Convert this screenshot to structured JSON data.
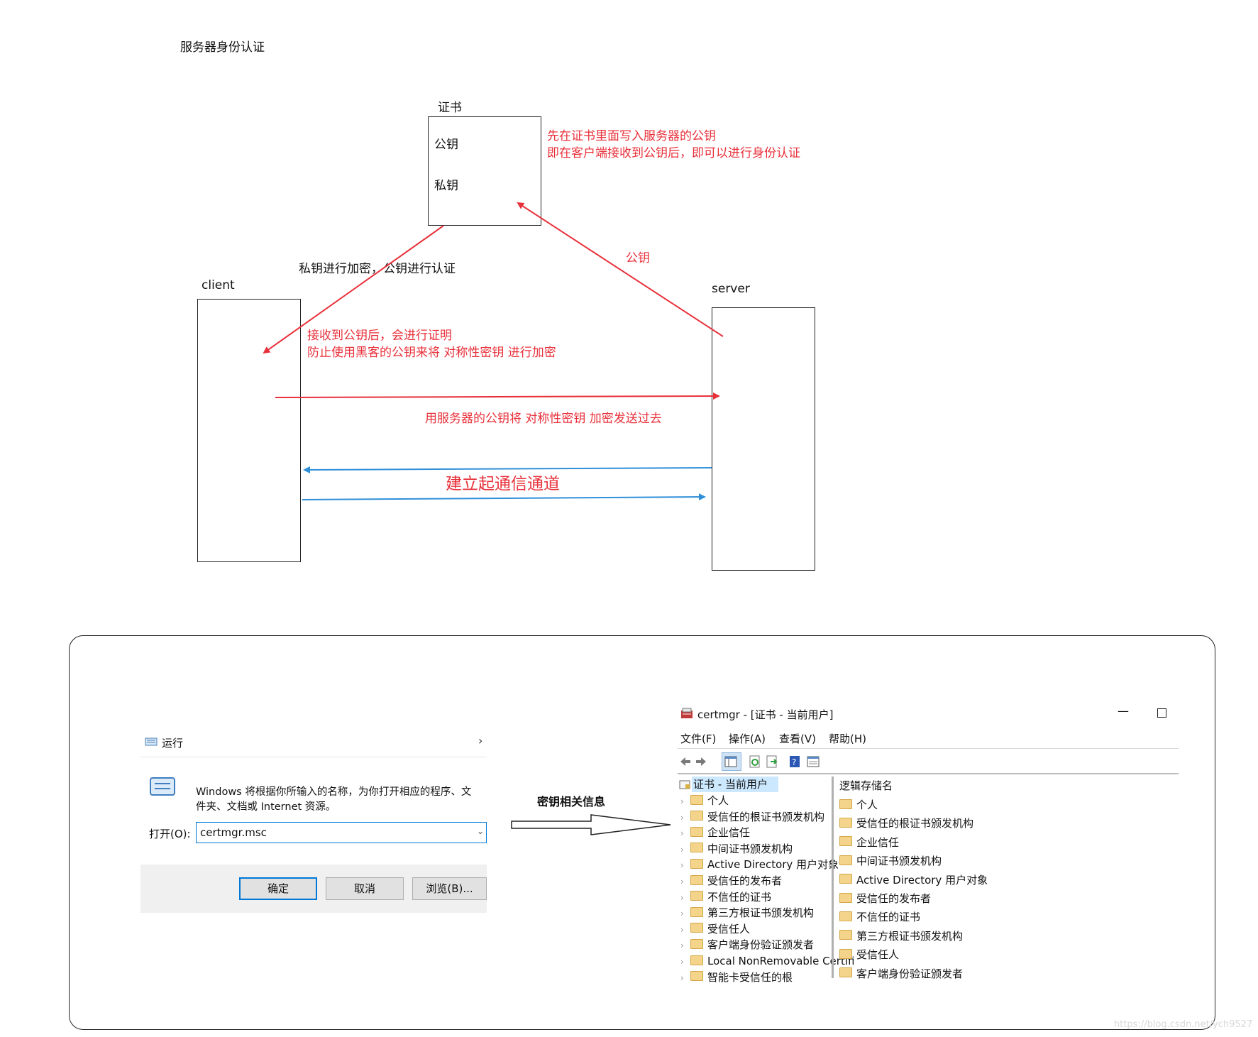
{
  "page_title": "服务器身份认证",
  "diagram": {
    "cert_label": "证书",
    "cert_public_key": "公钥",
    "cert_private_key": "私钥",
    "cert_note_line1": "先在证书里面写入服务器的公钥",
    "cert_note_line2": "即在客户端接收到公钥后，即可以进行身份认证",
    "sign_note": "私钥进行加密，公钥进行认证",
    "arrow_public_key_label": "公钥",
    "client_label": "client",
    "server_label": "server",
    "client_note_line1": "接收到公钥后，会进行证明",
    "client_note_line2": "防止使用黑客的公钥来将 对称性密钥 进行加密",
    "send_note": "用服务器的公钥将 对称性密钥 加密发送过去",
    "channel_note": "建立起通信通道",
    "colors": {
      "red": "#e8303a",
      "blue": "#2f8fd8"
    }
  },
  "run_dialog": {
    "title": "运行",
    "description_line1": "Windows 将根据你所输入的名称，为你打开相应的程序、文",
    "description_line2": "件夹、文档或 Internet 资源。",
    "open_label": "打开(O):",
    "open_value": "certmgr.msc",
    "ok_label": "确定",
    "cancel_label": "取消",
    "browse_label": "浏览(B)..."
  },
  "middle_arrow_label": "密钥相关信息",
  "certmgr": {
    "title": "certmgr - [证书 - 当前用户]",
    "menu": [
      "文件(F)",
      "操作(A)",
      "查看(V)",
      "帮助(H)"
    ],
    "tree_root": "证书 - 当前用户",
    "tree_items": [
      "个人",
      "受信任的根证书颁发机构",
      "企业信任",
      "中间证书颁发机构",
      "Active Directory 用户对象",
      "受信任的发布者",
      "不信任的证书",
      "第三方根证书颁发机构",
      "受信任人",
      "客户端身份验证颁发者",
      "Local NonRemovable Certifi",
      "智能卡受信任的根"
    ],
    "list_header": "逻辑存储名",
    "list_items": [
      "个人",
      "受信任的根证书颁发机构",
      "企业信任",
      "中间证书颁发机构",
      "Active Directory 用户对象",
      "受信任的发布者",
      "不信任的证书",
      "第三方根证书颁发机构",
      "受信任人",
      "客户端身份验证颁发者"
    ]
  },
  "watermark": "https://blog.csdn.net/ych9527"
}
